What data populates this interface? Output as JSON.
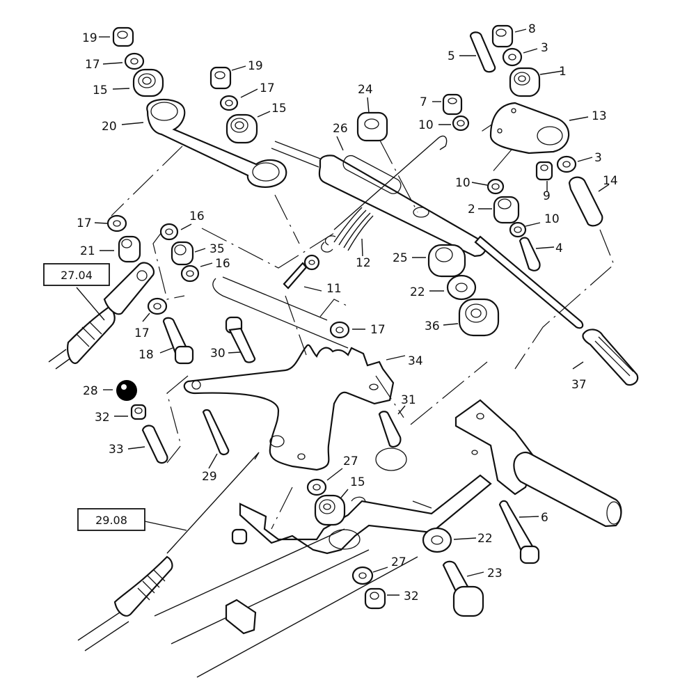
{
  "figure": {
    "type": "exploded-parts-diagram",
    "reference_boxes": [
      {
        "id": "ref-27-04",
        "text": "27.04"
      },
      {
        "id": "ref-29-08",
        "text": "29.08"
      }
    ],
    "callouts": [
      {
        "n": "19",
        "part": "nut"
      },
      {
        "n": "17",
        "part": "washer"
      },
      {
        "n": "15",
        "part": "bushing"
      },
      {
        "n": "20",
        "part": "link-arm"
      },
      {
        "n": "19",
        "part": "nut"
      },
      {
        "n": "17",
        "part": "washer"
      },
      {
        "n": "15",
        "part": "bushing"
      },
      {
        "n": "24",
        "part": "nut"
      },
      {
        "n": "26",
        "part": "lever"
      },
      {
        "n": "8",
        "part": "nut"
      },
      {
        "n": "5",
        "part": "bolt"
      },
      {
        "n": "3",
        "part": "washer"
      },
      {
        "n": "1",
        "part": "bushing"
      },
      {
        "n": "7",
        "part": "nut"
      },
      {
        "n": "10",
        "part": "washer"
      },
      {
        "n": "13",
        "part": "plate"
      },
      {
        "n": "10",
        "part": "washer"
      },
      {
        "n": "9",
        "part": "nut"
      },
      {
        "n": "3",
        "part": "washer"
      },
      {
        "n": "14",
        "part": "pin"
      },
      {
        "n": "2",
        "part": "spacer"
      },
      {
        "n": "10",
        "part": "washer"
      },
      {
        "n": "4",
        "part": "bolt"
      },
      {
        "n": "12",
        "part": "spring"
      },
      {
        "n": "25",
        "part": "spacer"
      },
      {
        "n": "22",
        "part": "washer"
      },
      {
        "n": "36",
        "part": "bushing"
      },
      {
        "n": "37",
        "part": "handle-grip"
      },
      {
        "n": "17",
        "part": "washer"
      },
      {
        "n": "16",
        "part": "washer"
      },
      {
        "n": "21",
        "part": "spacer"
      },
      {
        "n": "35",
        "part": "bushing"
      },
      {
        "n": "16",
        "part": "washer"
      },
      {
        "n": "11",
        "part": "eye-bolt"
      },
      {
        "n": "17",
        "part": "washer"
      },
      {
        "n": "17",
        "part": "washer"
      },
      {
        "n": "18",
        "part": "bolt"
      },
      {
        "n": "30",
        "part": "bolt"
      },
      {
        "n": "34",
        "part": "quadrant-plate"
      },
      {
        "n": "28",
        "part": "ball"
      },
      {
        "n": "32",
        "part": "nut"
      },
      {
        "n": "33",
        "part": "roll-pin"
      },
      {
        "n": "29",
        "part": "bolt"
      },
      {
        "n": "31",
        "part": "bolt"
      },
      {
        "n": "27",
        "part": "washer"
      },
      {
        "n": "15",
        "part": "bushing"
      },
      {
        "n": "6",
        "part": "bolt"
      },
      {
        "n": "22",
        "part": "washer"
      },
      {
        "n": "27",
        "part": "washer"
      },
      {
        "n": "23",
        "part": "bolt"
      },
      {
        "n": "32",
        "part": "nut"
      }
    ]
  }
}
